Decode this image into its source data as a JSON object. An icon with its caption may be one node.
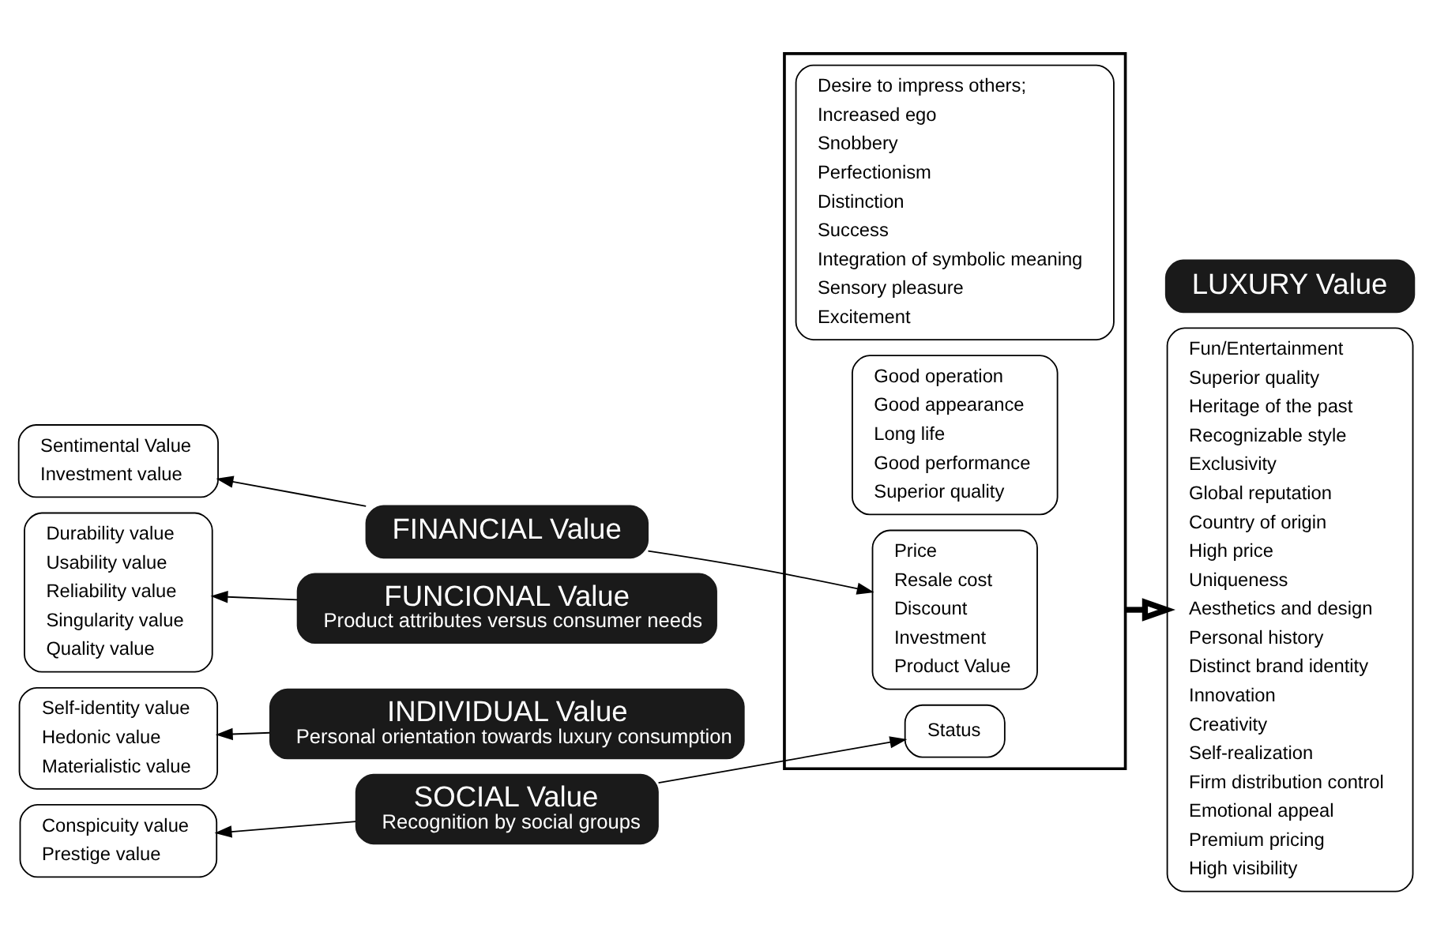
{
  "diagram": {
    "nodes": [
      {
        "text": [
          "Sentimental Value",
          "Investment value"
        ]
      },
      {
        "text": [
          "FINANCIAL Value"
        ]
      },
      {
        "text": [
          "Price",
          "Resale cost",
          "Discount",
          "Investment",
          "Product Value"
        ],
        "in": 12
      },
      {
        "text": [
          "Durability value",
          "Usability value",
          "Reliability value",
          "Singularity value",
          "Quality value"
        ]
      },
      {
        "text": [
          "FUNCIONAL Value",
          "Product attributes versus consumer needs"
        ]
      },
      {
        "text": [
          "Good operation",
          "Good appearance",
          "Long life",
          "Good performance",
          "Superior quality"
        ],
        "in": 12
      },
      {
        "text": [
          "Self-identity value",
          "Hedonic value",
          "Materialistic value"
        ]
      },
      {
        "text": [
          "INDIVIDUAL Value",
          "Personal orientation towards luxury consumption"
        ]
      },
      {
        "text": [
          "Desire to impress others;",
          "Increased ego",
          "Snobbery",
          "Perfectionism",
          "Distinction",
          "Success",
          "Integration of symbolic meaning",
          "Sensory pleasure",
          "Excitement"
        ],
        "in": 12
      },
      {
        "text": [
          "Conspicuity value",
          "Prestige value"
        ]
      },
      {
        "text": [
          "SOCIAL Value",
          "Recognition by social groups"
        ]
      },
      {
        "text": [
          "Status"
        ],
        "in": 12
      },
      {
        "text": [],
        "shape": "box"
      },
      {
        "text": [
          "LUXURY Value"
        ]
      },
      {
        "text": [
          "Fun/Entertainment",
          "Superior quality",
          "Heritage of the past",
          "Recognizable style",
          "Exclusivity",
          "Global reputation",
          "Country of origin",
          "High price",
          "Uniqueness",
          "Aesthetics and design",
          "Personal history",
          "Distinct brand identity",
          "Innovation",
          "Creativity",
          "Self-realization",
          "Firm distribution control",
          "Emotional appeal",
          "Premium pricing",
          "High visibility"
        ]
      }
    ],
    "edges": [
      {
        "from": 1,
        "to": 0,
        "arrow": "to"
      },
      {
        "from": 1,
        "to": 2,
        "arrow": "to"
      },
      {
        "from": 4,
        "to": 3,
        "arrow": "to"
      },
      {
        "from": 7,
        "to": 6,
        "arrow": "to"
      },
      {
        "from": 10,
        "to": 9,
        "arrow": "to"
      },
      {
        "from": 10,
        "to": 11,
        "arrow": "to"
      },
      {
        "from": 12,
        "to": 14,
        "arrow": "to",
        "style": "thick"
      }
    ]
  }
}
